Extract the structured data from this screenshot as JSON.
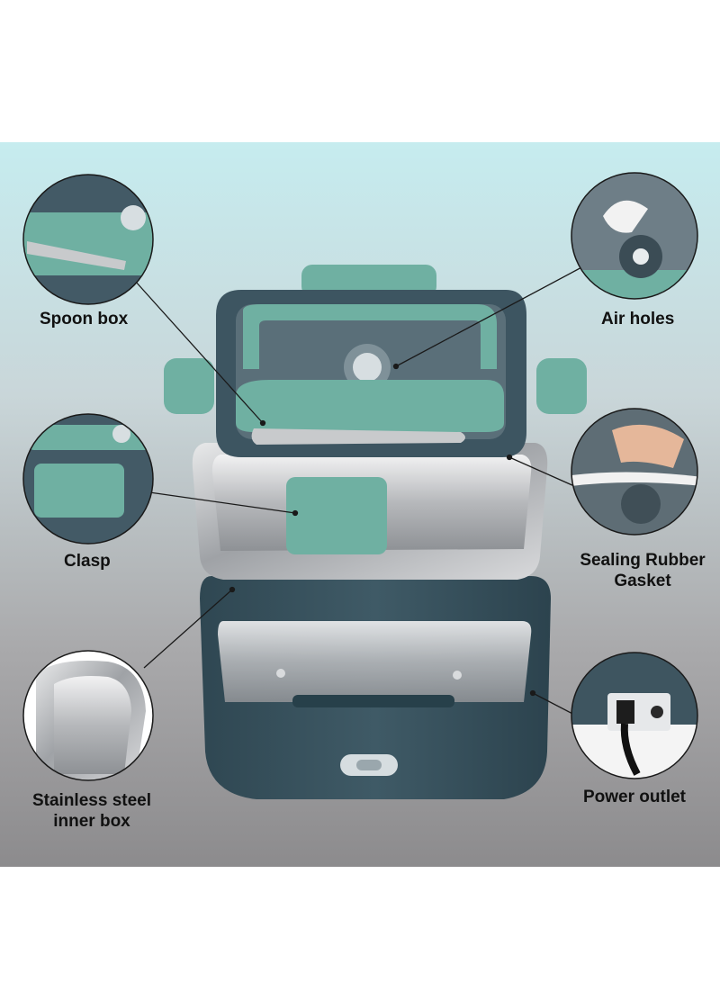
{
  "labels": {
    "spoon_box": "Spoon box",
    "air_holes": "Air holes",
    "clasp": "Clasp",
    "gasket_line1": "Sealing Rubber",
    "gasket_line2": "Gasket",
    "steel_line1": "Stainless steel",
    "steel_line2": "inner box",
    "power_outlet": "Power outlet"
  },
  "colors": {
    "background_top": "#c6ecef",
    "background_bottom": "#8c8b8d",
    "body": "#3f5a66",
    "accent": "#6fb0a2",
    "steel": "#c9cbcd"
  }
}
